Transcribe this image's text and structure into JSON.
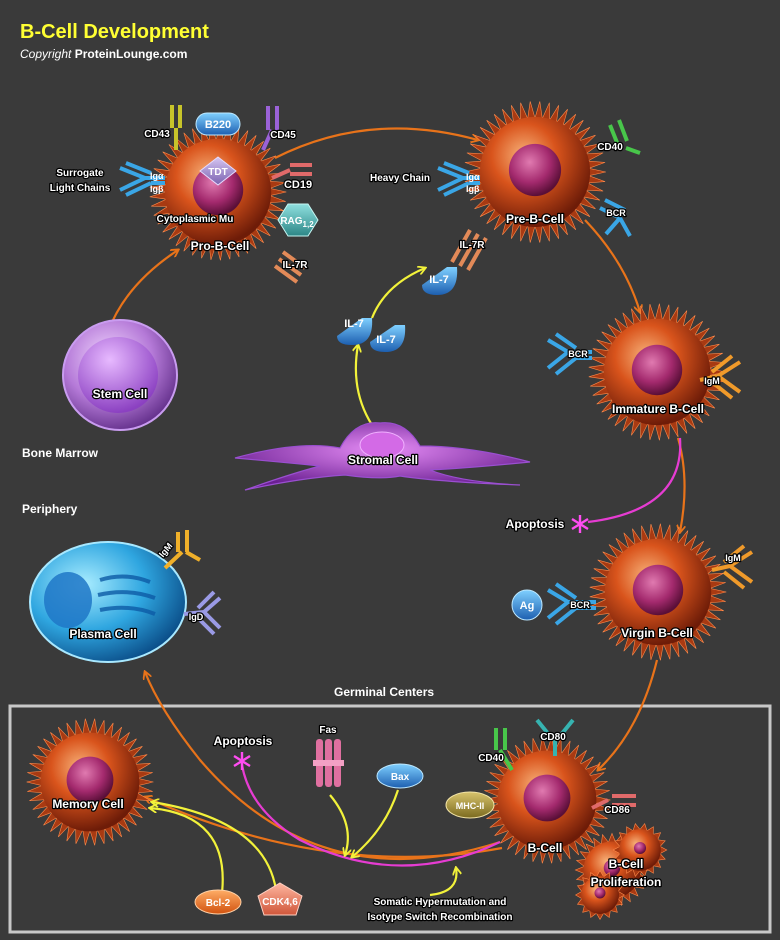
{
  "title": "B-Cell Development",
  "copyright_prefix": "Copyright",
  "copyright_brand": "ProteinLounge.com",
  "regions": {
    "bone_marrow": "Bone Marrow",
    "periphery": "Periphery",
    "germinal_centers": "Germinal Centers"
  },
  "cells": {
    "stem": "Stem Cell",
    "pro_b": "Pro-B-Cell",
    "pre_b": "Pre-B-Cell",
    "immature_b": "Immature B-Cell",
    "virgin_b": "Virgin B-Cell",
    "plasma": "Plasma Cell",
    "memory": "Memory Cell",
    "b_cell": "B-Cell",
    "stromal": "Stromal Cell",
    "prolif_1": "B-Cell",
    "prolif_2": "Proliferation"
  },
  "receptors": {
    "cd43": "CD43",
    "b220": "B220",
    "cd45": "CD45",
    "tdt": "TDT",
    "cd19": "CD19",
    "rag_main": "RAG",
    "rag_sub": "1,2",
    "il7r_pro": "IL-7R",
    "il7r_pre": "IL-7R",
    "cd40_pre": "CD40",
    "bcr_pre": "BCR",
    "bcr_imm": "BCR",
    "igm_imm": "IgM",
    "igm_virgin": "IgM",
    "bcr_virgin": "BCR",
    "ag": "Ag",
    "igm_plasma": "IgM",
    "igd_plasma": "IgD",
    "cd40_b": "CD40",
    "cd80_b": "CD80",
    "mhc2_b": "MHC-II",
    "cd86_b": "CD86",
    "iga_pro": "Igα",
    "igb_pro": "Igβ",
    "iga_pre": "Igα",
    "igb_pre": "Igβ"
  },
  "labels": {
    "surrogate_1": "Surrogate",
    "surrogate_2": "Light Chains",
    "cyto_mu": "Cytoplasmic Mu",
    "heavy_chain": "Heavy Chain",
    "il7_a": "IL-7",
    "il7_b": "IL-7",
    "il7_c": "IL-7",
    "apoptosis_1": "Apoptosis",
    "apoptosis_2": "Apoptosis",
    "fas": "Fas",
    "bax": "Bax",
    "bcl2": "Bcl-2",
    "cdk": "CDK4,6",
    "somatic_1": "Somatic Hypermutation and",
    "somatic_2": "Isotype Switch Recombination"
  },
  "colors": {
    "title": "#ffff33",
    "arrow_orange": "#e8731a",
    "arrow_yellow": "#f2f23a",
    "arrow_magenta": "#e63cd2",
    "cell_orange": "#d9541c",
    "nucleus": "#b5307a"
  }
}
